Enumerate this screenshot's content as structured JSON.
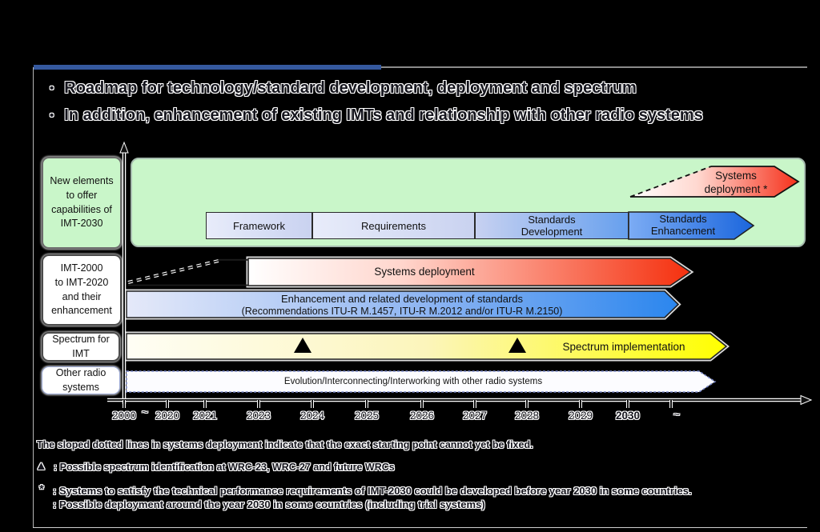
{
  "title": {
    "bullet_symbol": "•",
    "bullets": [
      "Roadmap for technology/standard development, deployment and spectrum",
      "In addition, enhancement of existing IMTs and relationship with other radio systems"
    ]
  },
  "colors": {
    "accent_bar": "#35599e",
    "panel_green": "#c9f6c9",
    "arrow_red": "#f5300e",
    "arrow_blue": "#2b86ee",
    "arrow_yellow": "#ffff00",
    "phase_lavender": "#ccd4f0"
  },
  "rows": {
    "new_elements": {
      "lines": [
        "New elements",
        "to offer",
        "capabilities of",
        "IMT-2030"
      ]
    },
    "imt_legacy": {
      "lines": [
        "IMT-2000",
        "to IMT-2020",
        "and their",
        "enhancement"
      ]
    },
    "spectrum": {
      "lines": [
        "Spectrum for",
        "IMT"
      ]
    },
    "other_radio": {
      "lines": [
        "Other radio",
        "systems"
      ]
    }
  },
  "phases": {
    "framework": "Framework",
    "requirements": "Requirements",
    "standards_development": {
      "lines": [
        "Standards",
        "Development"
      ]
    },
    "standards_enhancement": {
      "lines": [
        "Standards",
        "Enhancement"
      ]
    },
    "systems_deployment_new": {
      "lines": [
        "Systems",
        "deployment *"
      ]
    }
  },
  "arrows": {
    "systems_deployment": "Systems deployment",
    "enhancement_line1": "Enhancement and related development of standards",
    "enhancement_line2": "(Recommendations ITU-R M.1457, ITU-R M.2012 and/or ITU-R M.2150)",
    "spectrum_implementation": "Spectrum implementation",
    "other_radio": "Evolution/Interconnecting/Interworking with other radio systems"
  },
  "timeline": {
    "years": [
      "2000",
      "2020",
      "2021",
      "2023",
      "2024",
      "2025",
      "2026",
      "2027",
      "2028",
      "2029",
      "2030"
    ],
    "break_symbol": "~",
    "trailing_symbol": "~"
  },
  "footnotes": {
    "sloped": "The sloped dotted lines in systems deployment indicate that the exact starting point cannot yet be fixed.",
    "triangle_symbol": "▲",
    "triangle_legend": ": Possible spectrum identification at WRC-23, WRC-27 and future WRCs",
    "asterisk_marker": "*",
    "asterisk_line1": ": Systems to satisfy the technical performance requirements of IMT-2030 could be developed before year 2030 in some countries.",
    "asterisk_line2": ": Possible deployment around the year 2030 in some countries (including trial systems)"
  }
}
